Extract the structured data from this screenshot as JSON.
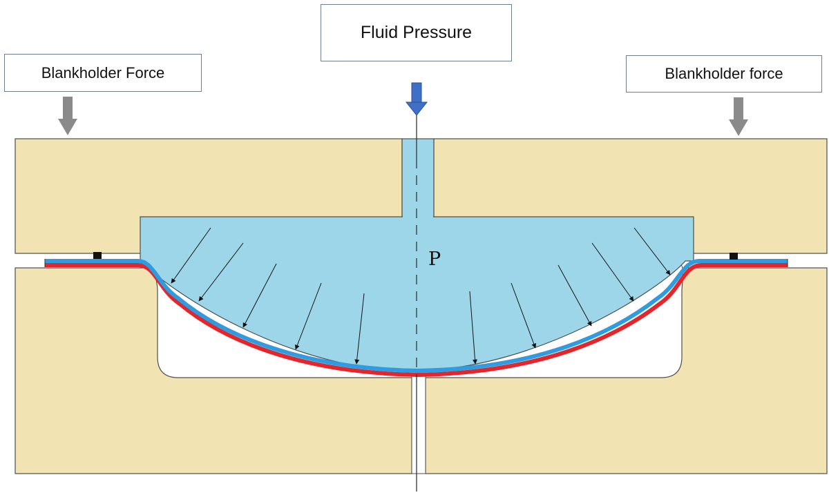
{
  "labels": {
    "blankholder_left": "Blankholder Force",
    "fluid_pressure": "Fluid Pressure",
    "blankholder_right": "Blankholder force",
    "pressure_symbol": "P"
  },
  "colors": {
    "die": "#f2e3b3",
    "die_stroke": "#4d4d4d",
    "fluid": "#9dd6e8",
    "blank_blue": "#2f9be0",
    "blank_red": "#e2262a",
    "fluid_arrow": "#3f6fc7",
    "blankholder_arrow": "#8a8a8a"
  },
  "icons": {
    "fluid_arrow": "arrow-down-icon",
    "blankholder_arrow": "arrow-down-icon"
  }
}
